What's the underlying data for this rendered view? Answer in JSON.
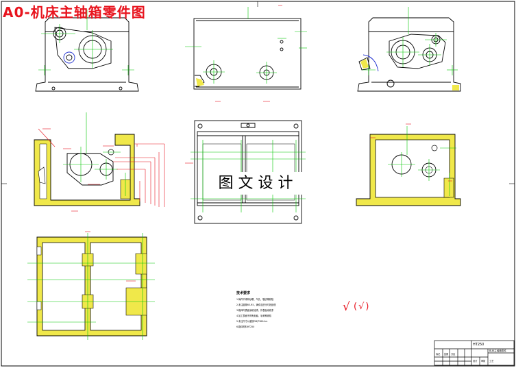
{
  "drawing": {
    "title": "A0-机床主轴箱零件图",
    "watermark": "图文设计"
  },
  "technical_notes": {
    "heading": "技术要求",
    "lines": [
      "1.铸件不得有砂眼、气孔、裂纹等缺陷",
      "2.未注圆角R3-R5，铸件应进行时效处理",
      "3.箱体内表面涂耐油漆，外表面涂底漆",
      "4.加工表面不得有划痕、毛刺等缺陷",
      "5.未注尺寸公差按GB/T1804-m",
      "6.箱体材料HT250"
    ]
  },
  "surface_finish": {
    "symbol": "√",
    "paren_symbol": "(√)"
  },
  "title_block": {
    "material": "HT250",
    "part_name": "机床主轴箱零件",
    "cells": [
      "标记",
      "处数",
      "分区",
      "设计",
      "审核",
      "工艺"
    ]
  },
  "colors": {
    "outline": "#000000",
    "centerline": "#00c800",
    "dimension": "#e8141e",
    "section_fill": "#f0e84a",
    "hidden": "#6a1fa0",
    "blue_detail": "#2030d0"
  }
}
